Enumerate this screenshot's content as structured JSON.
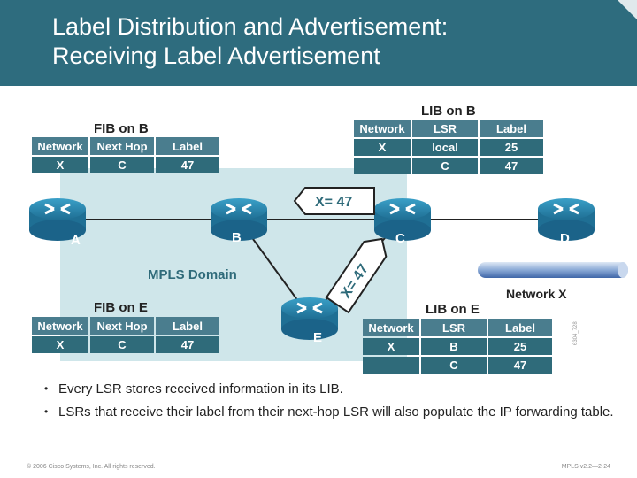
{
  "header": {
    "title_line1": "Label Distribution and Advertisement:",
    "title_line2": "Receiving Label Advertisement"
  },
  "diagram": {
    "domain_label": "MPLS Domain",
    "network_x_label": "Network X",
    "routers": {
      "A": "A",
      "B": "B",
      "C": "C",
      "D": "D",
      "E": "E"
    },
    "advert_c_to_b": "X= 47",
    "advert_c_to_e": "X= 47"
  },
  "fib_b": {
    "title": "FIB on B",
    "headers": [
      "Network",
      "Next Hop",
      "Label"
    ],
    "rows": [
      [
        "X",
        "C",
        "47"
      ]
    ]
  },
  "lib_b": {
    "title": "LIB on B",
    "headers": [
      "Network",
      "LSR",
      "Label"
    ],
    "rows": [
      [
        "X",
        "local",
        "25"
      ],
      [
        "",
        "C",
        "47"
      ]
    ]
  },
  "fib_e": {
    "title": "FIB on E",
    "headers": [
      "Network",
      "Next Hop",
      "Label"
    ],
    "rows": [
      [
        "X",
        "C",
        "47"
      ]
    ]
  },
  "lib_e": {
    "title": "LIB on E",
    "headers": [
      "Network",
      "LSR",
      "Label"
    ],
    "rows": [
      [
        "X",
        "B",
        "25"
      ],
      [
        "",
        "C",
        "47"
      ]
    ]
  },
  "bullets": [
    "Every LSR stores received information in its LIB.",
    "LSRs that receive their label from their next-hop LSR will also populate the IP forwarding table."
  ],
  "footer": {
    "copyright": "© 2006 Cisco Systems, Inc. All rights reserved.",
    "course": "MPLS v2.2—2-24",
    "side_code": "6304_728"
  },
  "colors": {
    "header_bg": "#2e6c7e",
    "table_header": "#4a7d8e",
    "table_cell": "#2f6b7a",
    "domain_bg": "#cfe6ea",
    "router_body": "#2f8fb8"
  }
}
